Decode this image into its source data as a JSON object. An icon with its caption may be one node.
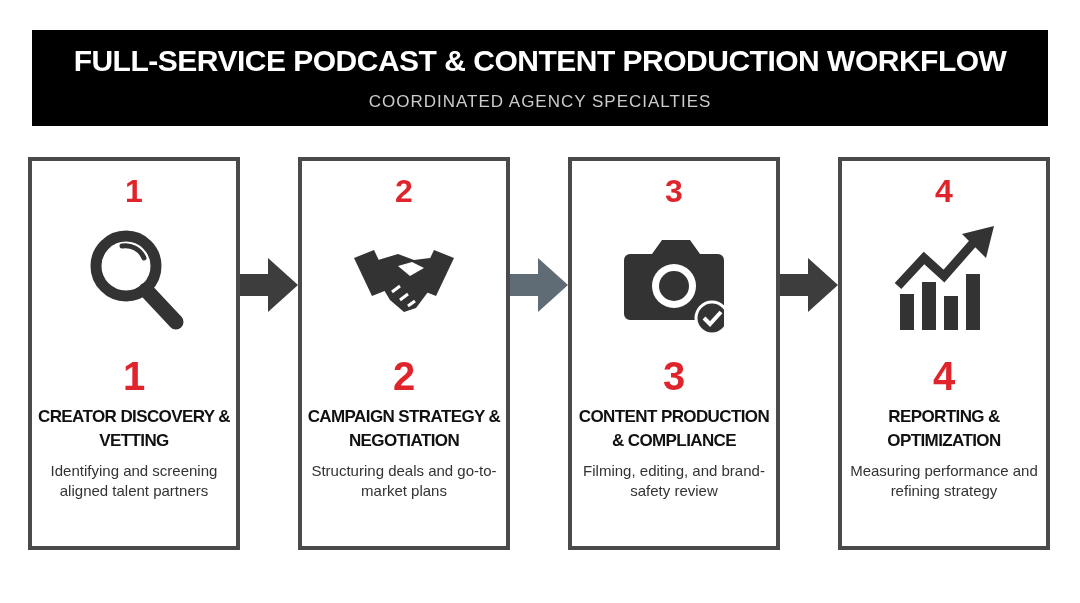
{
  "diagram": {
    "title": "FULL-SERVICE PODCAST & CONTENT PRODUCTION WORKFLOW",
    "nodes": [
      {
        "text": [
          "1",
          "1",
          "CREATOR DISCOVERY & VETTING",
          "Identifying and screening aligned talent partners"
        ]
      },
      {
        "text": [
          "2",
          "2",
          "CAMPAIGN STRATEGY & NEGOTIATION",
          "Structuring deals and go-to-market plans"
        ]
      },
      {
        "text": [
          "3",
          "3",
          "CONTENT PRODUCTION & COMPLIANCE",
          "Filming, editing, and brand-safety review"
        ]
      },
      {
        "text": [
          "4",
          "4",
          "REPORTING & OPTIMIZATION",
          "Measuring performance and refining strategy"
        ]
      }
    ],
    "edges": [
      {
        "from": 0,
        "to": 1,
        "arrow": "to"
      },
      {
        "from": 1,
        "to": 2,
        "arrow": "to",
        "color": "#5f6b75"
      },
      {
        "from": 2,
        "to": 3,
        "arrow": "to"
      }
    ],
    "labels": [
      "COORDINATED AGENCY SPECIALTIES"
    ]
  }
}
